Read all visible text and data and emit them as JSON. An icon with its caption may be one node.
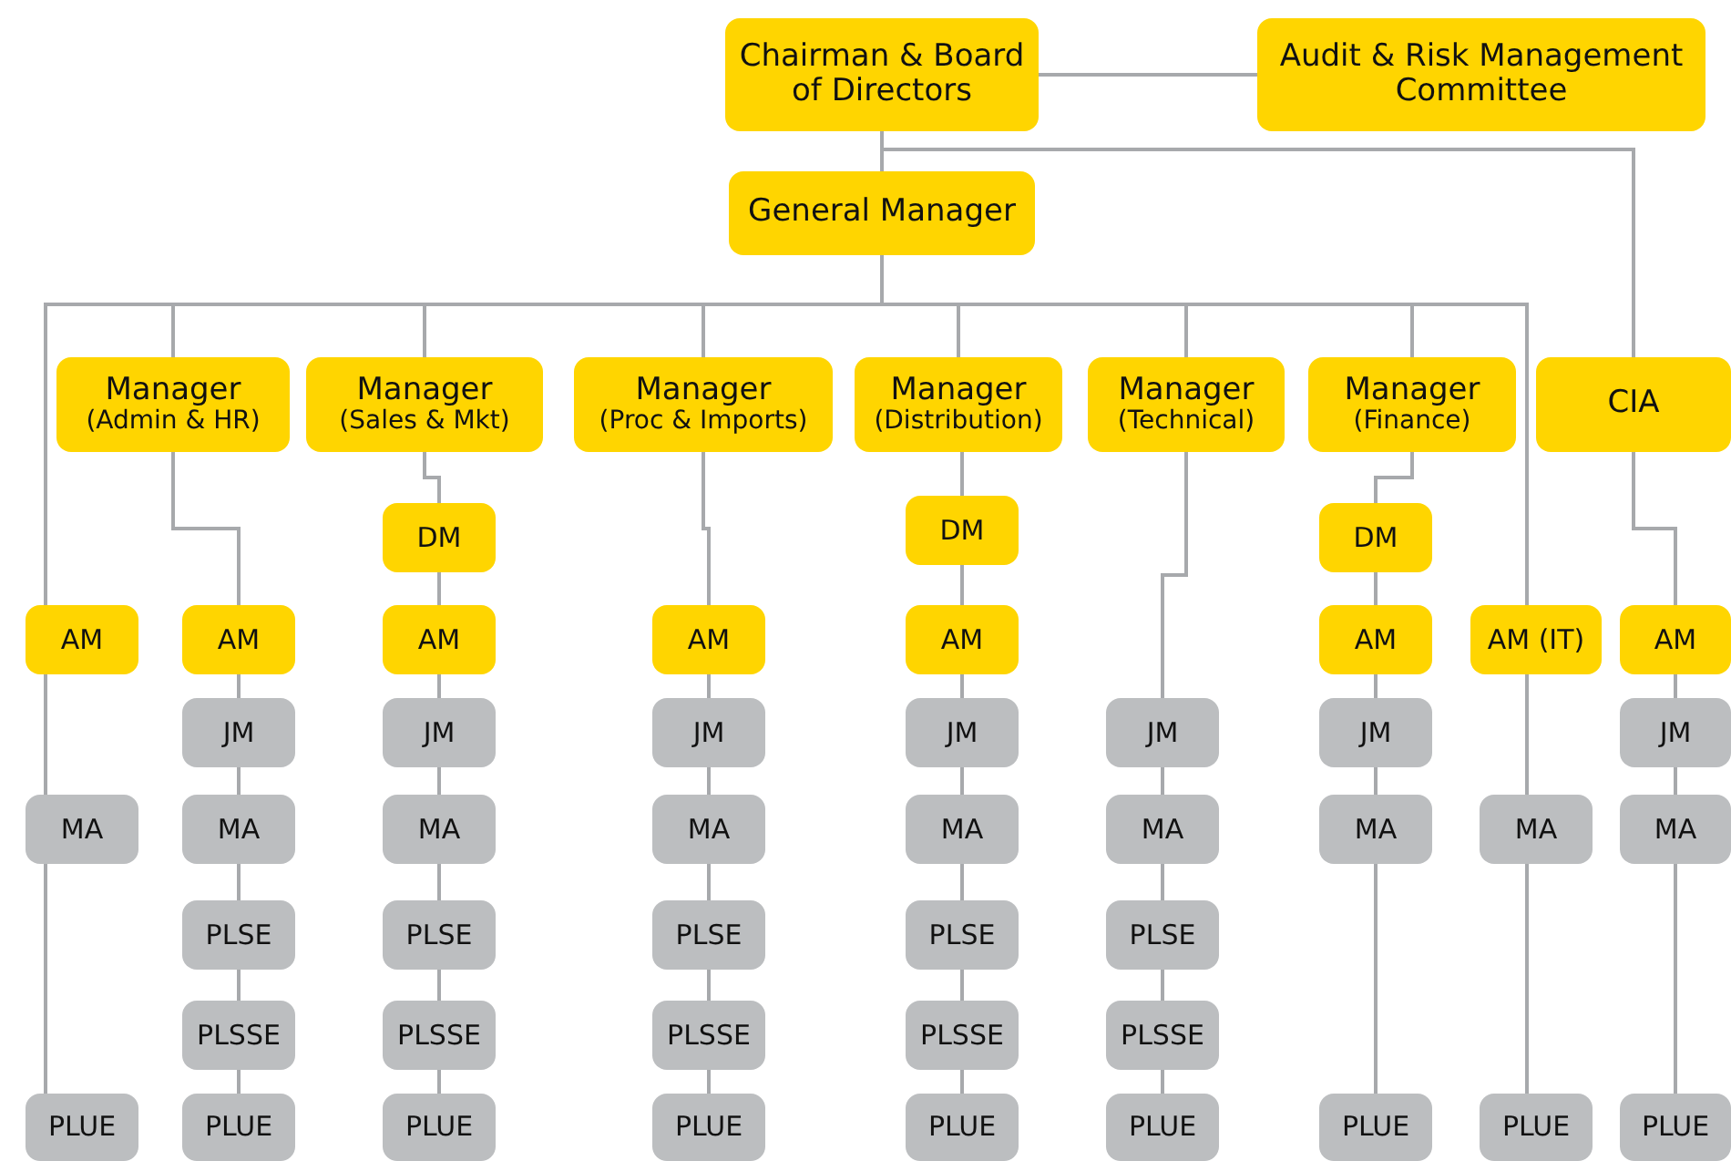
{
  "diagram": {
    "nodes": [
      {
        "text": [
          "Chairman & Board of Directors"
        ]
      },
      {
        "text": [
          "Audit & Risk Management Committee"
        ]
      },
      {
        "text": [
          "General Manager"
        ]
      },
      {
        "text": [
          "Manager",
          "(Admin & HR)"
        ]
      },
      {
        "text": [
          "Manager",
          "(Sales & Mkt)"
        ]
      },
      {
        "text": [
          "Manager",
          "(Proc & Imports)"
        ]
      },
      {
        "text": [
          "Manager",
          "(Distribution)"
        ]
      },
      {
        "text": [
          "Manager",
          "(Technical)"
        ]
      },
      {
        "text": [
          "Manager",
          "(Finance)"
        ]
      },
      {
        "text": [
          "CIA"
        ]
      },
      {
        "text": [
          "AM"
        ]
      },
      {
        "text": [
          "MA"
        ]
      },
      {
        "text": [
          "PLUE"
        ]
      },
      {
        "text": [
          "AM"
        ]
      },
      {
        "text": [
          "JM"
        ]
      },
      {
        "text": [
          "MA"
        ]
      },
      {
        "text": [
          "PLSE"
        ]
      },
      {
        "text": [
          "PLSSE"
        ]
      },
      {
        "text": [
          "PLUE"
        ]
      },
      {
        "text": [
          "DM"
        ]
      },
      {
        "text": [
          "AM"
        ]
      },
      {
        "text": [
          "JM"
        ]
      },
      {
        "text": [
          "MA"
        ]
      },
      {
        "text": [
          "PLSE"
        ]
      },
      {
        "text": [
          "PLSSE"
        ]
      },
      {
        "text": [
          "PLUE"
        ]
      },
      {
        "text": [
          "AM"
        ]
      },
      {
        "text": [
          "JM"
        ]
      },
      {
        "text": [
          "MA"
        ]
      },
      {
        "text": [
          "PLSE"
        ]
      },
      {
        "text": [
          "PLSSE"
        ]
      },
      {
        "text": [
          "PLUE"
        ]
      },
      {
        "text": [
          "DM"
        ]
      },
      {
        "text": [
          "AM"
        ]
      },
      {
        "text": [
          "JM"
        ]
      },
      {
        "text": [
          "MA"
        ]
      },
      {
        "text": [
          "PLSE"
        ]
      },
      {
        "text": [
          "PLSSE"
        ]
      },
      {
        "text": [
          "PLUE"
        ]
      },
      {
        "text": [
          "JM"
        ]
      },
      {
        "text": [
          "MA"
        ]
      },
      {
        "text": [
          "PLSE"
        ]
      },
      {
        "text": [
          "PLSSE"
        ]
      },
      {
        "text": [
          "PLUE"
        ]
      },
      {
        "text": [
          "DM"
        ]
      },
      {
        "text": [
          "AM"
        ]
      },
      {
        "text": [
          "JM"
        ]
      },
      {
        "text": [
          "MA"
        ]
      },
      {
        "text": [
          "PLUE"
        ]
      },
      {
        "text": [
          "AM (IT)"
        ]
      },
      {
        "text": [
          "MA"
        ]
      },
      {
        "text": [
          "PLUE"
        ]
      },
      {
        "text": [
          "AM"
        ]
      },
      {
        "text": [
          "JM"
        ]
      },
      {
        "text": [
          "MA"
        ]
      },
      {
        "text": [
          "PLUE"
        ]
      }
    ],
    "edges": [
      {
        "from": 0,
        "to": 1,
        "arrow": "none"
      },
      {
        "from": 0,
        "to": 2,
        "arrow": "none"
      },
      {
        "from": 0,
        "to": 9,
        "arrow": "none"
      },
      {
        "from": 2,
        "to": 10,
        "arrow": "none"
      },
      {
        "from": 2,
        "to": 3,
        "arrow": "none"
      },
      {
        "from": 2,
        "to": 4,
        "arrow": "none"
      },
      {
        "from": 2,
        "to": 5,
        "arrow": "none"
      },
      {
        "from": 2,
        "to": 6,
        "arrow": "none"
      },
      {
        "from": 2,
        "to": 7,
        "arrow": "none"
      },
      {
        "from": 2,
        "to": 8,
        "arrow": "none"
      },
      {
        "from": 2,
        "to": 49,
        "arrow": "none"
      },
      {
        "from": 10,
        "to": 11,
        "arrow": "none"
      },
      {
        "from": 11,
        "to": 12,
        "arrow": "none"
      },
      {
        "from": 3,
        "to": 13,
        "arrow": "none"
      },
      {
        "from": 13,
        "to": 14,
        "arrow": "none"
      },
      {
        "from": 14,
        "to": 15,
        "arrow": "none"
      },
      {
        "from": 15,
        "to": 16,
        "arrow": "none"
      },
      {
        "from": 16,
        "to": 17,
        "arrow": "none"
      },
      {
        "from": 17,
        "to": 18,
        "arrow": "none"
      },
      {
        "from": 4,
        "to": 19,
        "arrow": "none"
      },
      {
        "from": 19,
        "to": 20,
        "arrow": "none"
      },
      {
        "from": 20,
        "to": 21,
        "arrow": "none"
      },
      {
        "from": 21,
        "to": 22,
        "arrow": "none"
      },
      {
        "from": 22,
        "to": 23,
        "arrow": "none"
      },
      {
        "from": 23,
        "to": 24,
        "arrow": "none"
      },
      {
        "from": 24,
        "to": 25,
        "arrow": "none"
      },
      {
        "from": 5,
        "to": 26,
        "arrow": "none"
      },
      {
        "from": 26,
        "to": 27,
        "arrow": "none"
      },
      {
        "from": 27,
        "to": 28,
        "arrow": "none"
      },
      {
        "from": 28,
        "to": 29,
        "arrow": "none"
      },
      {
        "from": 29,
        "to": 30,
        "arrow": "none"
      },
      {
        "from": 30,
        "to": 31,
        "arrow": "none"
      },
      {
        "from": 6,
        "to": 32,
        "arrow": "none"
      },
      {
        "from": 32,
        "to": 33,
        "arrow": "none"
      },
      {
        "from": 33,
        "to": 34,
        "arrow": "none"
      },
      {
        "from": 34,
        "to": 35,
        "arrow": "none"
      },
      {
        "from": 35,
        "to": 36,
        "arrow": "none"
      },
      {
        "from": 36,
        "to": 37,
        "arrow": "none"
      },
      {
        "from": 37,
        "to": 38,
        "arrow": "none"
      },
      {
        "from": 7,
        "to": 39,
        "arrow": "none"
      },
      {
        "from": 39,
        "to": 40,
        "arrow": "none"
      },
      {
        "from": 40,
        "to": 41,
        "arrow": "none"
      },
      {
        "from": 41,
        "to": 42,
        "arrow": "none"
      },
      {
        "from": 42,
        "to": 43,
        "arrow": "none"
      },
      {
        "from": 8,
        "to": 44,
        "arrow": "none"
      },
      {
        "from": 44,
        "to": 45,
        "arrow": "none"
      },
      {
        "from": 45,
        "to": 46,
        "arrow": "none"
      },
      {
        "from": 46,
        "to": 47,
        "arrow": "none"
      },
      {
        "from": 47,
        "to": 48,
        "arrow": "none"
      },
      {
        "from": 49,
        "to": 50,
        "arrow": "none"
      },
      {
        "from": 50,
        "to": 51,
        "arrow": "none"
      },
      {
        "from": 9,
        "to": 52,
        "arrow": "none"
      },
      {
        "from": 52,
        "to": 53,
        "arrow": "none"
      },
      {
        "from": 53,
        "to": 54,
        "arrow": "none"
      },
      {
        "from": 54,
        "to": 55,
        "arrow": "none"
      }
    ]
  }
}
